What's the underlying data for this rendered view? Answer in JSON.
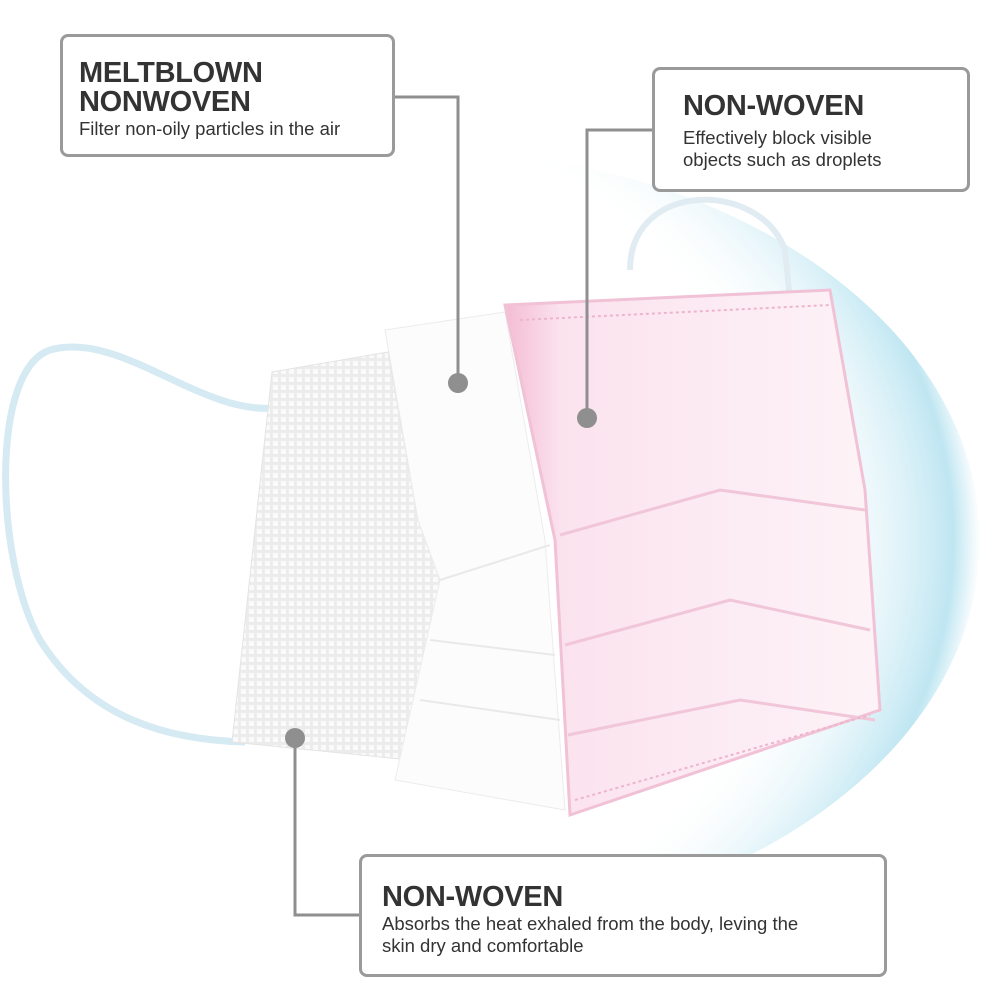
{
  "callouts": [
    {
      "title_line1": "MELTBLOWN",
      "title_line2": "NONWOVEN",
      "description": "Filter non-oily particles in the air"
    },
    {
      "title": "NON-WOVEN",
      "description_line1": "Effectively block visible",
      "description_line2": "objects such as droplets"
    },
    {
      "title": "NON-WOVEN",
      "description_line1": "Absorbs the heat exhaled from the body, leving the",
      "description_line2": "skin dry and comfortable"
    }
  ],
  "colors": {
    "line": "#8f8f8f",
    "pink": "#f7cfe0",
    "blue_glow": "#bfe6f2"
  }
}
